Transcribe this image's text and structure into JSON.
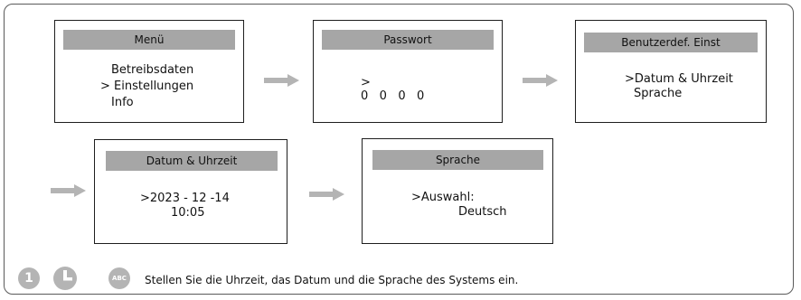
{
  "screens": {
    "menu": {
      "title": "Menü",
      "items": [
        "Betreibsdaten",
        "> Einstellungen",
        "Info"
      ]
    },
    "passwort": {
      "title": "Passwort",
      "cursor": ">",
      "digits": "0   0   0   0"
    },
    "benutzer": {
      "title": "Benutzerdef. Einst",
      "line1": ">Datum & Uhrzeit",
      "line2": "Sprache"
    },
    "datum": {
      "title": "Datum & Uhrzeit",
      "date": ">2023 - 12 -14",
      "time": "10:05"
    },
    "sprache": {
      "title": "Sprache",
      "line1": ">Auswahl:",
      "line2": "Deutsch"
    }
  },
  "footer": {
    "step": "1",
    "abc": "ABC",
    "icons": [
      "number-badge-icon",
      "clock-icon",
      "abc-icon"
    ],
    "text": "Stellen Sie die Uhrzeit, das Datum und die Sprache des Systems ein."
  },
  "colors": {
    "header_bg": "#a6a6a6",
    "arrow": "#b4b4b4",
    "frame": "#5a5a5a"
  }
}
